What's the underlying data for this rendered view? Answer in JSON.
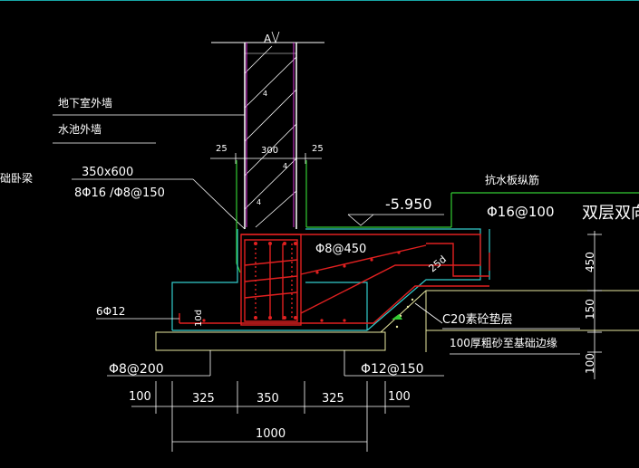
{
  "colors": {
    "background": "#000000",
    "wall": "#ffffff",
    "rebar": "#e02020",
    "green_line": "#33cc33",
    "cyan_line": "#33cccc",
    "magenta_line": "#dd33dd",
    "gravel_pad": "#e8e8a0"
  },
  "labels": {
    "axis_mark": "A",
    "basement_wall": "地下室外墙",
    "pool_wall": "水池外墙",
    "left_beam": "础卧梁",
    "beam_size": "350x600",
    "beam_rebar": "8Φ16  /Φ8@150",
    "wall_thk": "300",
    "side_25_left": "25",
    "side_25_right": "25",
    "elevation": "-5.950",
    "waterproof_rebar": "抗水板纵筋",
    "rebar_16": "Φ16@100",
    "double_layer": "双层双向",
    "stirrup_450": "Φ8@450",
    "lap_25d": "25d",
    "bottom_6phi12": "6Φ12",
    "dim_10d": "10d",
    "c20_pad": "C20素砼垫层",
    "sand_layer": "100厚粗砂至基础边缘",
    "phi8_200": "Φ8@200",
    "phi12_150": "Φ12@150",
    "dim_450": "450",
    "dim_150": "150",
    "dim_100_right": "100",
    "dims_bottom": [
      "100",
      "325",
      "350",
      "325",
      "100"
    ],
    "dim_total": "1000"
  }
}
